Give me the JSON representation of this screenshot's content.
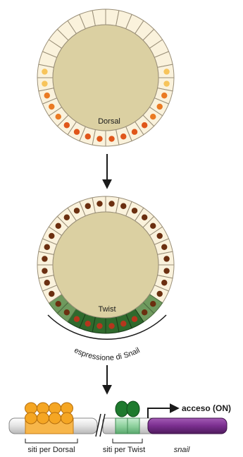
{
  "diagram": {
    "embryo1": {
      "label": "Dorsal",
      "cell_count": 32,
      "colors": {
        "cell": "#faf2dc",
        "cell_stroke": "#9a8f78",
        "yolk": "#dbd0a2",
        "nucleus_light": "#f7c45a",
        "nucleus_dark": "#e0561a"
      }
    },
    "embryo2": {
      "label": "Twist",
      "cell_count": 32,
      "bracket_label": "espressione di Snail",
      "colors": {
        "cell": "#faf2dc",
        "cell_stroke": "#9a8f78",
        "yolk": "#dbd0a2",
        "nucleus": "#6b2f10",
        "snail_cell": "#2f6a2d",
        "snail_nucleus": "#b5361d"
      }
    },
    "gene": {
      "on_label": "acceso (ON)",
      "dorsal_sites_label": "siti per Dorsal",
      "twist_sites_label": "siti per Twist",
      "gene_label": "snail",
      "colors": {
        "dna": "#e6e6e6",
        "dorsal_protein": "#f5a623",
        "twist_protein": "#1e7a2e",
        "twist_site": "#8fd19e",
        "snail_gene": "#7a2e8e"
      }
    }
  }
}
